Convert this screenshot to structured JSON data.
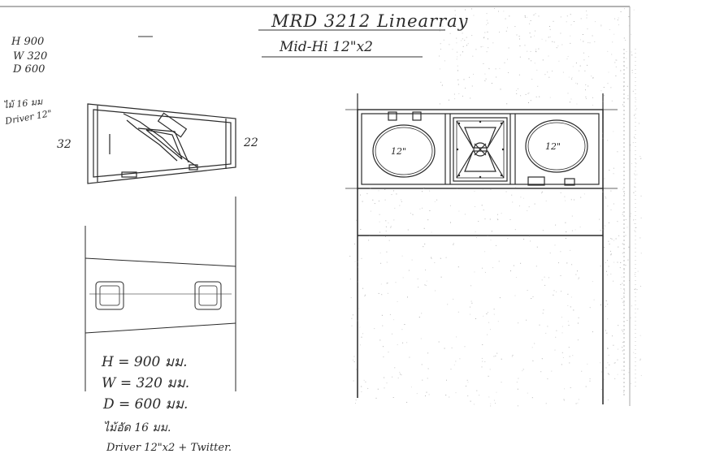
{
  "title": {
    "model": "MRD 3212 Linearray",
    "subtitle": "Mid-Hi 12\"x2"
  },
  "corner_specs": {
    "lines": [
      "H 900",
      "W 320",
      "D 600"
    ],
    "wood_note": "ไม้ 16 มม",
    "driver_note": "Driver 12\""
  },
  "side_view": {
    "left_dim": "32",
    "right_dim": "22"
  },
  "front_view": {
    "left_driver_label": "12\"",
    "right_driver_label": "12\""
  },
  "specs_block": {
    "lines": [
      "H = 900 มม.",
      "W = 320 มม.",
      "D = 600 มม."
    ],
    "wood": "ไม้อัด 16 มม.",
    "driver": "Driver 12\"x2 + Twitter."
  },
  "colors": {
    "ink": "#2a2a2a",
    "paper": "#ffffff",
    "stipple": "#9a9a9a"
  }
}
